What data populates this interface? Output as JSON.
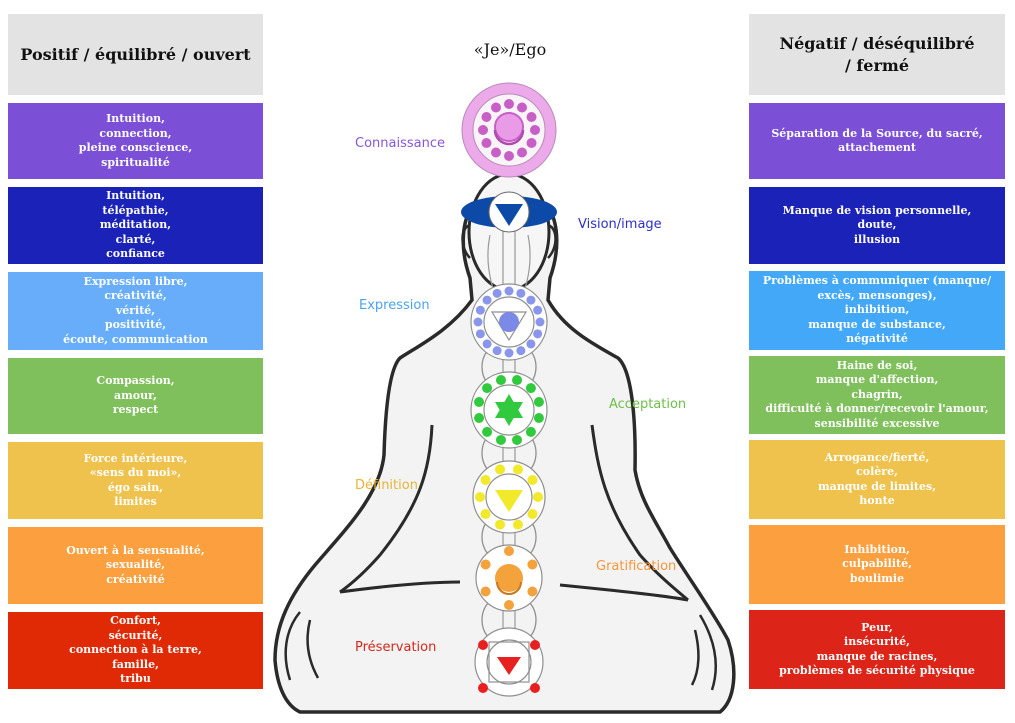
{
  "left_column": {
    "header": "Positif / équilibré / ouvert",
    "items": [
      {
        "chakra": "crown",
        "color": "#7b4fd6",
        "text": "Intuition,\nconnection,\npleine conscience,\nspiritualité"
      },
      {
        "chakra": "third-eye",
        "color": "#1b22b8",
        "text": "Intuition,\ntélépathie,\nméditation,\nclarté,\nconfiance"
      },
      {
        "chakra": "throat",
        "color": "#67adfa",
        "text": "Expression libre,\ncréativité,\nvérité,\npositivité,\nécoute, communication"
      },
      {
        "chakra": "heart",
        "color": "#7fc05d",
        "text": "Compassion,\namour,\nrespect"
      },
      {
        "chakra": "solar-plexus",
        "color": "#eec24d",
        "text": "Force intérieure,\n«sens du moi»,\négo sain,\nlimites"
      },
      {
        "chakra": "sacral",
        "color": "#fb9f3f",
        "text": "Ouvert à la sensualité,\nsexualité,\ncréativité"
      },
      {
        "chakra": "root",
        "color": "#e02a06",
        "text": "Confort,\nsécurité,\nconnection à la terre,\nfamille,\ntribu"
      }
    ]
  },
  "right_column": {
    "header": "Négatif / déséquilibré\n/ fermé",
    "items": [
      {
        "chakra": "crown",
        "color": "#7b4fd6",
        "text": "Séparation de la Source, du sacré,\nattachement"
      },
      {
        "chakra": "third-eye",
        "color": "#1b22b8",
        "text": "Manque de vision personnelle,\ndoute,\nillusion"
      },
      {
        "chakra": "throat",
        "color": "#42a8f7",
        "text": "Problèmes à communiquer (manque/\nexcès, mensonges),\ninhibition,\nmanque de substance,\nnégativité"
      },
      {
        "chakra": "heart",
        "color": "#7fc05d",
        "text": "Haine de soi,\nmanque d'affection,\nchagrin,\ndifficulté à donner/recevoir l'amour,\nsensibilité excessive"
      },
      {
        "chakra": "solar-plexus",
        "color": "#eec24d",
        "text": "Arrogance/fierté,\ncolère,\nmanque de limites,\nhonte"
      },
      {
        "chakra": "sacral",
        "color": "#fb9f3f",
        "text": "Inhibition,\nculpabilité,\nboulimie"
      },
      {
        "chakra": "root",
        "color": "#dd2418",
        "text": "Peur,\ninsécurité,\nmanque de racines,\nproblèmes de sécurité physique"
      }
    ]
  },
  "center": {
    "title": "«Je»/Ego",
    "labels": [
      {
        "chakra": "crown",
        "text": "Connaissance",
        "color": "#8a55d9"
      },
      {
        "chakra": "third-eye",
        "text": "Vision/image",
        "color": "#2d2fc8"
      },
      {
        "chakra": "throat",
        "text": "Expression",
        "color": "#4aa3f0"
      },
      {
        "chakra": "heart",
        "text": "Acceptation",
        "color": "#6dbf4b"
      },
      {
        "chakra": "solar-plexus",
        "text": "Définition",
        "color": "#e8b437"
      },
      {
        "chakra": "sacral",
        "text": "Gratification",
        "color": "#f7973a"
      },
      {
        "chakra": "root",
        "text": "Préservation",
        "color": "#d8281b"
      }
    ],
    "chakra_colors": {
      "crown": "#e99be8",
      "crown_dark": "#c85fc6",
      "third_eye": "#0c4ba6",
      "throat": "#8a96ec",
      "heart": "#31c93d",
      "solar": "#f1e92a",
      "sacral": "#f3a23c",
      "root": "#e8201f"
    }
  }
}
